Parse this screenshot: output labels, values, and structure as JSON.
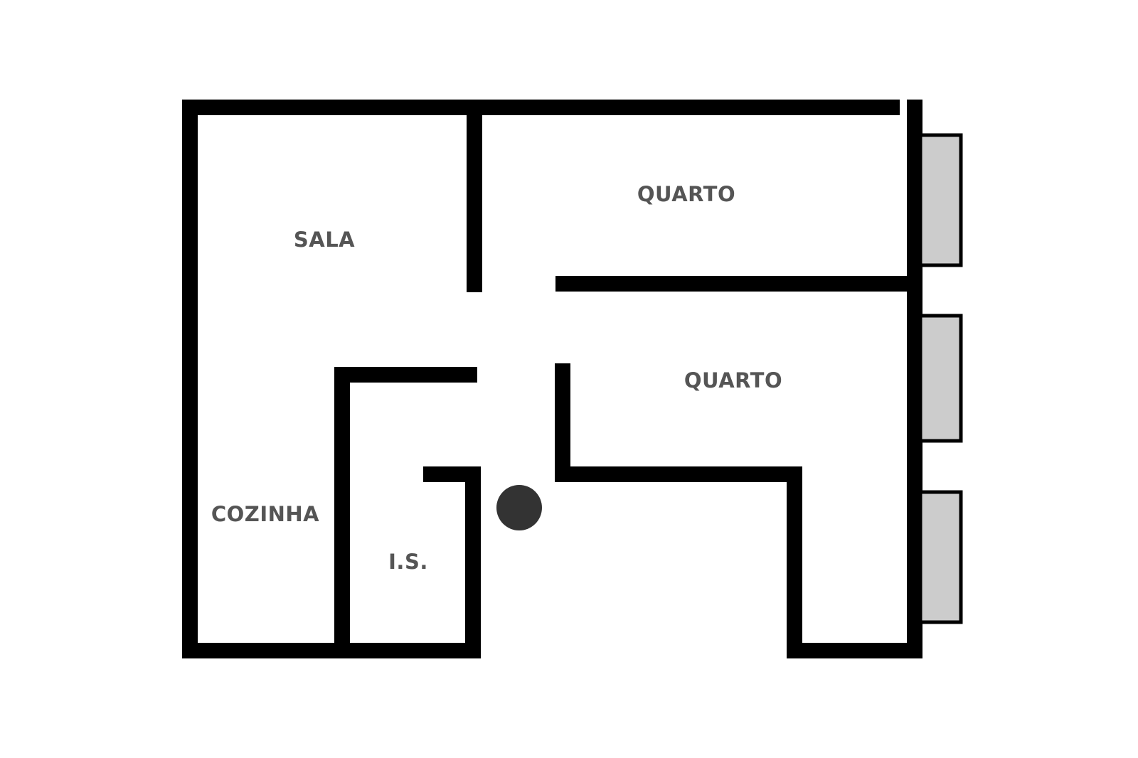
{
  "colors": {
    "wall": "#000000",
    "label": "#555555",
    "window_fill": "#cccccc",
    "marker": "#333333",
    "background": "#ffffff"
  },
  "rooms": {
    "sala": "SALA",
    "quarto_top": "QUARTO",
    "quarto_bottom": "QUARTO",
    "cozinha": "COZINHA",
    "is": "I.S."
  },
  "marker": {
    "icon": "position-marker-icon"
  }
}
